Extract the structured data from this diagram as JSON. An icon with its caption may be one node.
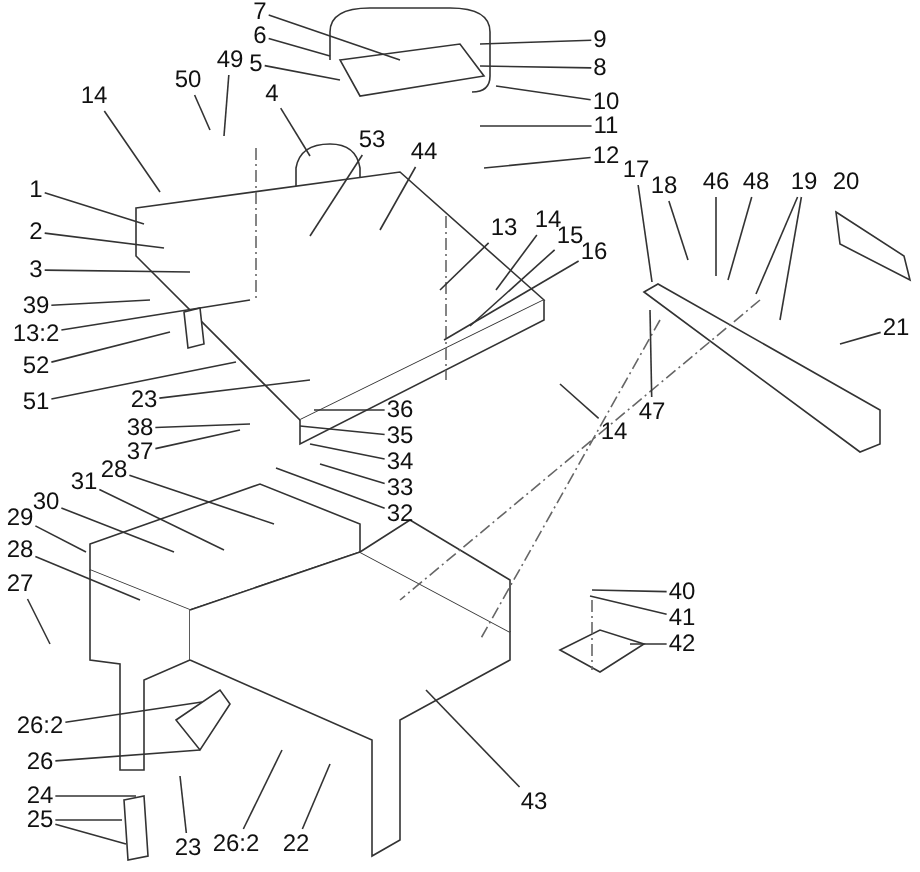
{
  "diagram": {
    "nodes": [
      {
        "text": [
          "1"
        ]
      },
      {
        "text": [
          "2"
        ]
      },
      {
        "text": [
          "3"
        ]
      },
      {
        "text": [
          "4"
        ]
      },
      {
        "text": [
          "5"
        ]
      },
      {
        "text": [
          "6"
        ]
      },
      {
        "text": [
          "7"
        ]
      },
      {
        "text": [
          "8"
        ]
      },
      {
        "text": [
          "9"
        ]
      },
      {
        "text": [
          "10"
        ]
      },
      {
        "text": [
          "11"
        ]
      },
      {
        "text": [
          "12"
        ]
      },
      {
        "text": [
          "13"
        ]
      },
      {
        "text": [
          "14"
        ]
      },
      {
        "text": [
          "15"
        ]
      },
      {
        "text": [
          "16"
        ]
      },
      {
        "text": [
          "17"
        ]
      },
      {
        "text": [
          "18"
        ]
      },
      {
        "text": [
          "46"
        ]
      },
      {
        "text": [
          "48"
        ]
      },
      {
        "text": [
          "19"
        ]
      },
      {
        "text": [
          "21"
        ]
      },
      {
        "text": [
          "47"
        ]
      },
      {
        "text": [
          "14"
        ]
      },
      {
        "text": [
          "44"
        ]
      },
      {
        "text": [
          "53"
        ]
      },
      {
        "text": [
          "14"
        ]
      },
      {
        "text": [
          "50"
        ]
      },
      {
        "text": [
          "49"
        ]
      },
      {
        "text": [
          "39"
        ]
      },
      {
        "text": [
          "13:2"
        ]
      },
      {
        "text": [
          "52"
        ]
      },
      {
        "text": [
          "51"
        ]
      },
      {
        "text": [
          "23"
        ]
      },
      {
        "text": [
          "36"
        ]
      },
      {
        "text": [
          "35"
        ]
      },
      {
        "text": [
          "37"
        ]
      },
      {
        "text": [
          "38"
        ]
      },
      {
        "text": [
          "34"
        ]
      },
      {
        "text": [
          "33"
        ]
      },
      {
        "text": [
          "32"
        ]
      },
      {
        "text": [
          "28"
        ]
      },
      {
        "text": [
          "31"
        ]
      },
      {
        "text": [
          "30"
        ]
      },
      {
        "text": [
          "29"
        ]
      },
      {
        "text": [
          "28"
        ]
      },
      {
        "text": [
          "27"
        ]
      },
      {
        "text": [
          "26:2"
        ]
      },
      {
        "text": [
          "26"
        ]
      },
      {
        "text": [
          "24"
        ]
      },
      {
        "text": [
          "25"
        ]
      },
      {
        "text": [
          "23"
        ]
      },
      {
        "text": [
          "26:2"
        ]
      },
      {
        "text": [
          "22"
        ]
      },
      {
        "text": [
          "40"
        ]
      },
      {
        "text": [
          "41"
        ]
      },
      {
        "text": [
          "42"
        ]
      },
      {
        "text": [
          "43"
        ]
      }
    ],
    "edges": [
      {
        "from": 0,
        "to": null,
        "arrow": "none"
      },
      {
        "from": 1,
        "to": null,
        "arrow": "none"
      },
      {
        "from": 2,
        "to": null,
        "arrow": "none"
      },
      {
        "from": 3,
        "to": null,
        "arrow": "none"
      },
      {
        "from": 4,
        "to": null,
        "arrow": "none"
      },
      {
        "from": 5,
        "to": null,
        "arrow": "none"
      },
      {
        "from": 6,
        "to": null,
        "arrow": "none"
      },
      {
        "from": 7,
        "to": null,
        "arrow": "none"
      },
      {
        "from": 8,
        "to": null,
        "arrow": "none"
      },
      {
        "from": 9,
        "to": null,
        "arrow": "none"
      },
      {
        "from": 10,
        "to": null,
        "arrow": "none"
      },
      {
        "from": 11,
        "to": null,
        "arrow": "none"
      },
      {
        "from": 12,
        "to": null,
        "arrow": "none"
      },
      {
        "from": 13,
        "to": null,
        "arrow": "none"
      },
      {
        "from": 14,
        "to": null,
        "arrow": "none"
      },
      {
        "from": 15,
        "to": null,
        "arrow": "none"
      },
      {
        "from": 16,
        "to": null,
        "arrow": "none"
      },
      {
        "from": 17,
        "to": null,
        "arrow": "none"
      },
      {
        "from": 18,
        "to": null,
        "arrow": "none"
      },
      {
        "from": 19,
        "to": null,
        "arrow": "none"
      },
      {
        "from": 20,
        "to": null,
        "arrow": "none"
      },
      {
        "from": 20,
        "to": null,
        "arrow": "none"
      },
      {
        "from": 21,
        "to": null,
        "arrow": "none"
      },
      {
        "from": 22,
        "to": null,
        "arrow": "none"
      },
      {
        "from": 23,
        "to": null,
        "arrow": "none"
      },
      {
        "from": 24,
        "to": null,
        "arrow": "none"
      },
      {
        "from": 25,
        "to": null,
        "arrow": "none"
      },
      {
        "from": 26,
        "to": null,
        "arrow": "none"
      },
      {
        "from": 27,
        "to": null,
        "arrow": "none"
      },
      {
        "from": 28,
        "to": null,
        "arrow": "none"
      },
      {
        "from": 29,
        "to": null,
        "arrow": "none"
      },
      {
        "from": 30,
        "to": null,
        "arrow": "none"
      },
      {
        "from": 31,
        "to": null,
        "arrow": "none"
      },
      {
        "from": 32,
        "to": null,
        "arrow": "none"
      },
      {
        "from": 33,
        "to": null,
        "arrow": "none"
      },
      {
        "from": 34,
        "to": null,
        "arrow": "none"
      },
      {
        "from": 35,
        "to": null,
        "arrow": "none"
      },
      {
        "from": 36,
        "to": null,
        "arrow": "none"
      },
      {
        "from": 37,
        "to": null,
        "arrow": "none"
      },
      {
        "from": 38,
        "to": null,
        "arrow": "none"
      },
      {
        "from": 39,
        "to": null,
        "arrow": "none"
      },
      {
        "from": 40,
        "to": null,
        "arrow": "none"
      },
      {
        "from": 41,
        "to": null,
        "arrow": "none"
      },
      {
        "from": 42,
        "to": null,
        "arrow": "none"
      },
      {
        "from": 43,
        "to": null,
        "arrow": "none"
      },
      {
        "from": 44,
        "to": null,
        "arrow": "none"
      },
      {
        "from": 45,
        "to": null,
        "arrow": "none"
      },
      {
        "from": 46,
        "to": null,
        "arrow": "none"
      },
      {
        "from": 47,
        "to": null,
        "arrow": "none"
      },
      {
        "from": 48,
        "to": null,
        "arrow": "none"
      },
      {
        "from": 49,
        "to": null,
        "arrow": "none"
      },
      {
        "from": 50,
        "to": null,
        "arrow": "none"
      },
      {
        "from": 50,
        "to": null,
        "arrow": "none"
      },
      {
        "from": 51,
        "to": null,
        "arrow": "none"
      },
      {
        "from": 52,
        "to": null,
        "arrow": "none"
      },
      {
        "from": 53,
        "to": null,
        "arrow": "none"
      },
      {
        "from": 54,
        "to": null,
        "arrow": "none"
      },
      {
        "from": 55,
        "to": null,
        "arrow": "none"
      },
      {
        "from": 56,
        "to": null,
        "arrow": "none"
      },
      {
        "from": 57,
        "to": null,
        "arrow": "none"
      }
    ],
    "labels": [
      "20"
    ]
  }
}
